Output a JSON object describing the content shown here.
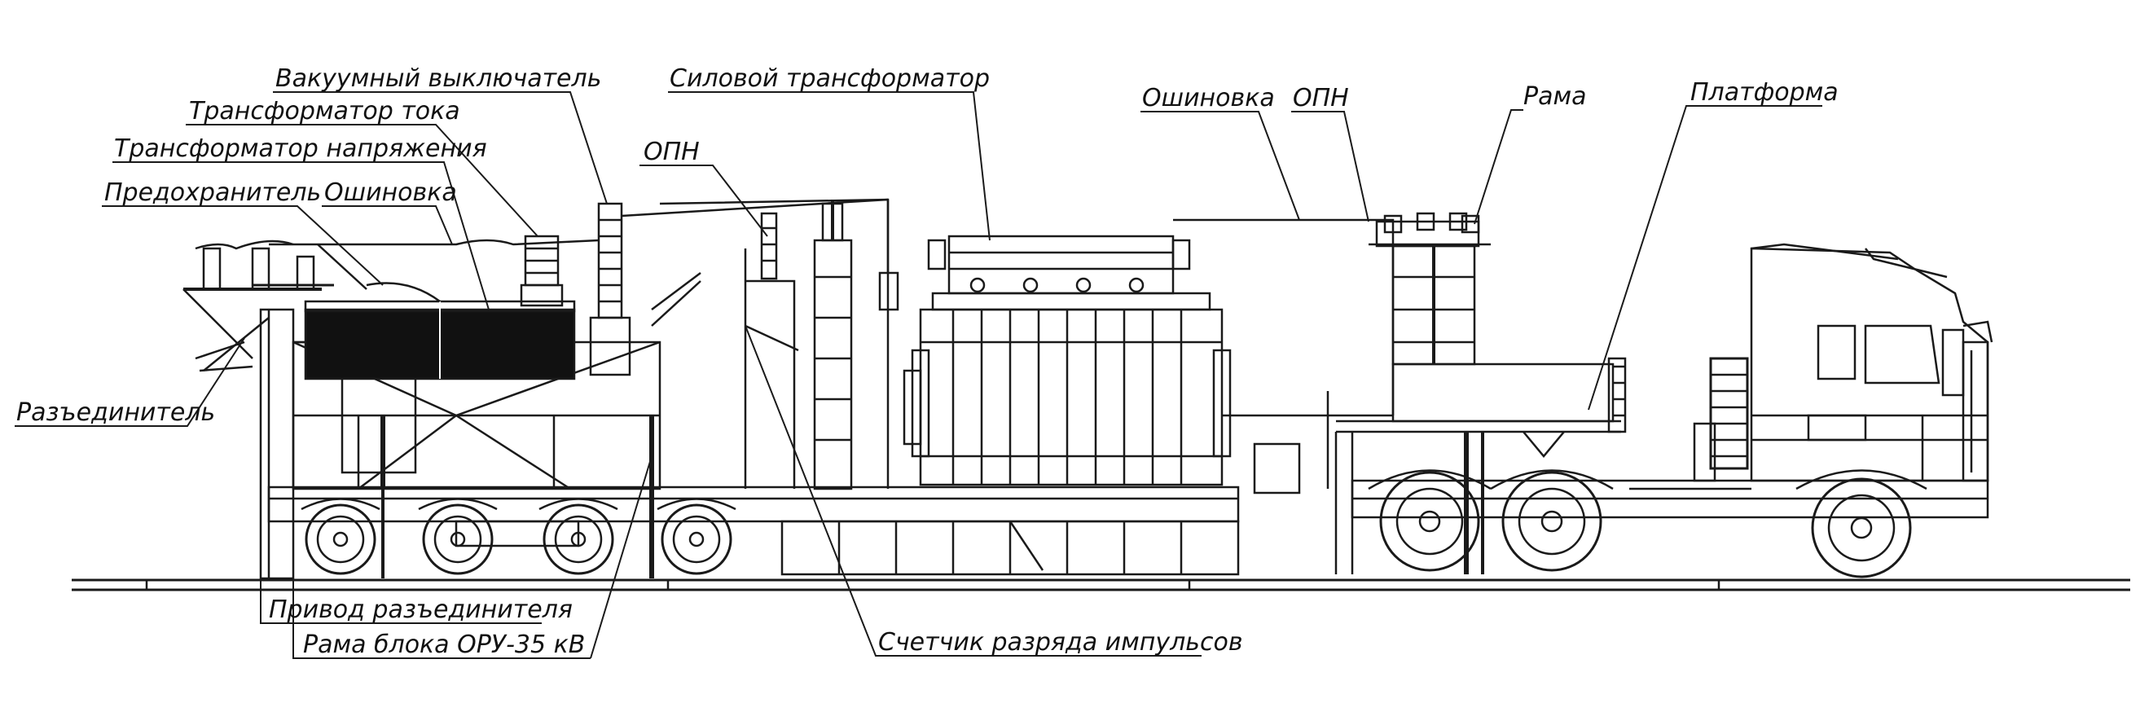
{
  "labels": {
    "vacuum_breaker": "Вакуумный выключатель",
    "current_transformer": "Трансформатор тока",
    "voltage_transformer": "Трансформатор напряжения",
    "fuse": "Предохранитель",
    "busbar_left": "Ошиновка",
    "disconnector": "Разъединитель",
    "power_transformer": "Силовой трансформатор",
    "surge_arrester_left": "ОПН",
    "busbar_right": "Ошиновка",
    "surge_arrester_right": "ОПН",
    "frame": "Рама",
    "platform": "Платформа",
    "disconnector_drive": "Привод разъединителя",
    "oru_frame": "Рама блока ОРУ-35 кВ",
    "surge_counter": "Счетчик разряда импульсов"
  },
  "colors": {
    "line": "#1a1a1a",
    "fill_dark": "#111111",
    "background": "#ffffff"
  }
}
